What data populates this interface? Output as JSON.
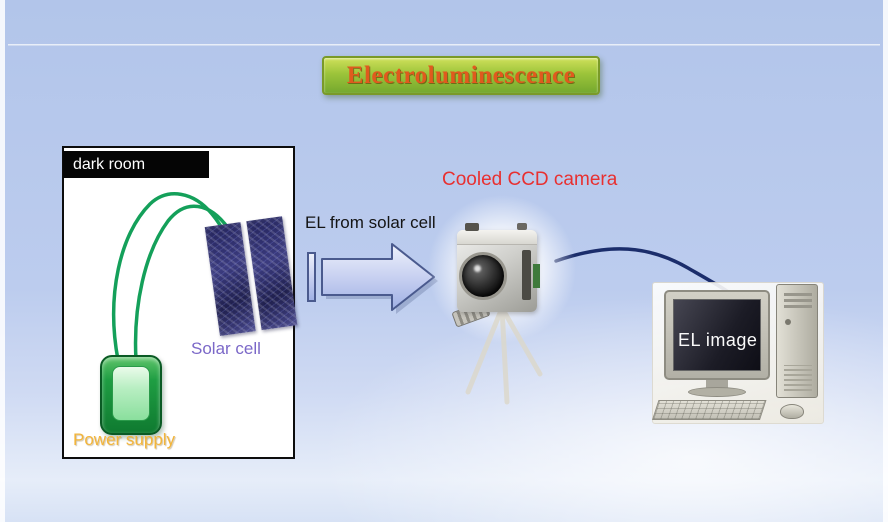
{
  "slide": {
    "title": "Electroluminescence"
  },
  "dark_room": {
    "header_label": "dark room",
    "solar_cell_label": "Solar cell",
    "power_supply_label": "Power supply"
  },
  "flow": {
    "el_arrow_label": "EL from solar cell",
    "camera_label": "Cooled CCD camera",
    "screen_label": "EL image"
  },
  "colors": {
    "title_text": "#e05a1e",
    "banner_fill_top": "#cfe05a",
    "banner_fill_bottom": "#74a82e",
    "banner_border": "#7a9a28",
    "camera_label": "#e83030",
    "solar_cell_label": "#7b68c8",
    "power_supply_label": "#f3b53a",
    "wire_green": "#14a05a",
    "cable_navy": "#1b2d6b",
    "arrow_outline": "#4a5a8e",
    "background_blue": "#b5c8ec"
  }
}
